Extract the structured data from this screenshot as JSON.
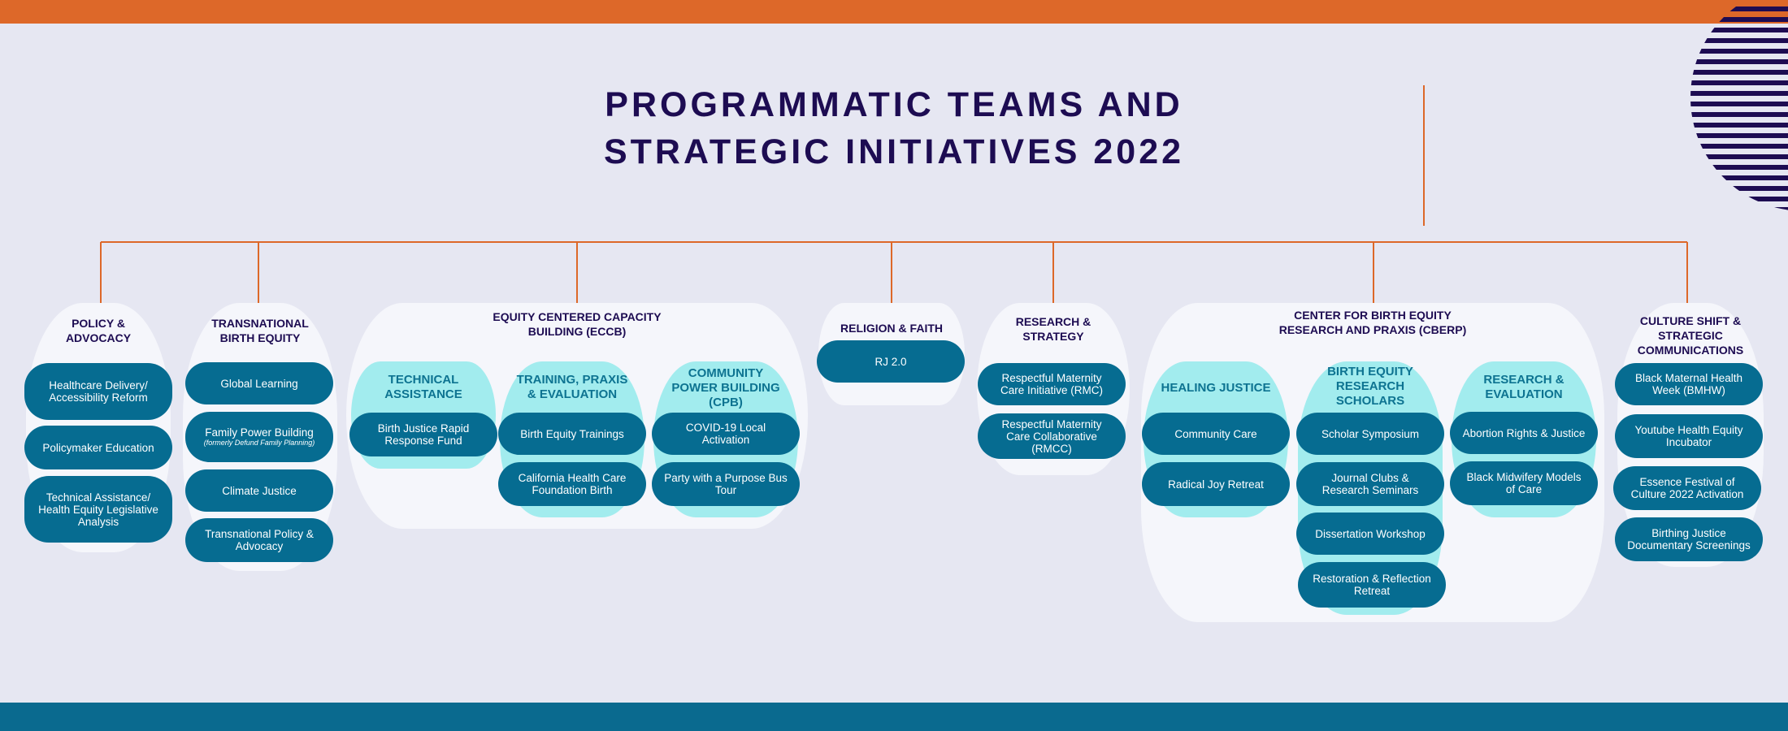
{
  "title": {
    "line1": "PROGRAMMATIC TEAMS AND",
    "line2": "STRATEGIC INITIATIVES 2022"
  },
  "colors": {
    "accent_orange": "#dd6829",
    "navy": "#1d0c52",
    "pill_blue": "#066c91",
    "sub_cyan": "#a2ecee",
    "group_bg": "#f5f6fb",
    "page_bg": "#e6e7f2"
  },
  "policy": {
    "title_l1": "POLICY &",
    "title_l2": "ADVOCACY",
    "items": [
      "Healthcare Delivery/ Accessibility Reform",
      "Policymaker Education",
      "Technical Assistance/ Health Equity Legislative Analysis"
    ]
  },
  "transnational": {
    "title_l1": "TRANSNATIONAL",
    "title_l2": "BIRTH EQUITY",
    "items": [
      "Global Learning",
      "Family Power Building",
      "Climate Justice",
      "Transnational Policy & Advocacy"
    ],
    "family_note": "(formerly Defund Family Planning)"
  },
  "eccb": {
    "title_l1": "EQUITY CENTERED CAPACITY",
    "title_l2": "BUILDING (ECCB)",
    "technical": {
      "title_l1": "TECHNICAL",
      "title_l2": "ASSISTANCE",
      "items": [
        "Birth Justice Rapid Response Fund"
      ]
    },
    "training": {
      "title_l1": "TRAINING, PRAXIS",
      "title_l2": "& EVALUATION",
      "items": [
        "Birth Equity Trainings",
        "California Health Care Foundation Birth"
      ]
    },
    "cpb": {
      "title_l1": "COMMUNITY",
      "title_l2": "POWER BUILDING",
      "title_l3": "(CPB)",
      "items": [
        "COVID-19 Local Activation",
        "Party with a Purpose Bus Tour"
      ]
    }
  },
  "religion": {
    "title": "RELIGION & FAITH",
    "items": [
      "RJ 2.0"
    ]
  },
  "research_strategy": {
    "title_l1": "RESEARCH &",
    "title_l2": "STRATEGY",
    "items": [
      "Respectful Maternity Care Initiative (RMC)",
      "Respectful Maternity Care Collaborative (RMCC)"
    ]
  },
  "cberp": {
    "title_l1": "CENTER FOR BIRTH EQUITY",
    "title_l2": "RESEARCH AND PRAXIS (CBERP)",
    "healing": {
      "title": "HEALING JUSTICE",
      "items": [
        "Community Care",
        "Radical Joy Retreat"
      ]
    },
    "scholars": {
      "title_l1": "BIRTH EQUITY",
      "title_l2": "RESEARCH",
      "title_l3": "SCHOLARS",
      "items": [
        "Scholar Symposium",
        "Journal Clubs & Research Seminars",
        "Dissertation Workshop",
        "Restoration & Reflection Retreat"
      ]
    },
    "evaluation": {
      "title_l1": "RESEARCH &",
      "title_l2": "EVALUATION",
      "items": [
        "Abortion Rights & Justice",
        "Black Midwifery Models of Care"
      ]
    }
  },
  "culture": {
    "title_l1": "CULTURE SHIFT &",
    "title_l2": "STRATEGIC",
    "title_l3": "COMMUNICATIONS",
    "items": [
      "Black Maternal Health Week (BMHW)",
      "Youtube Health Equity Incubator",
      "Essence Festival of Culture 2022 Activation",
      "Birthing Justice Documentary Screenings"
    ]
  }
}
